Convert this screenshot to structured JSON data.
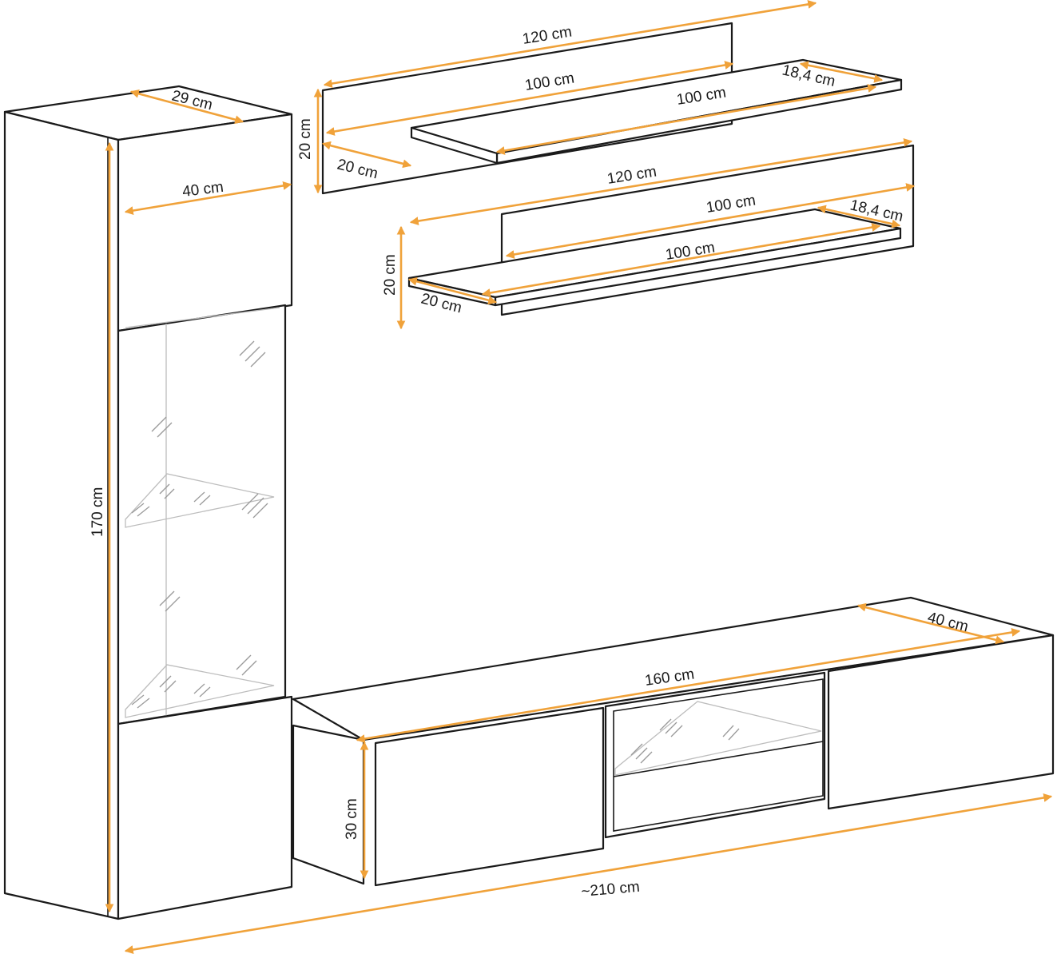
{
  "accent_color": "#f0a23a",
  "cabinet": {
    "depth_label": "29 cm",
    "width_label": "40 cm",
    "height_label": "170 cm"
  },
  "shelf_top": {
    "back_length_label": "120 cm",
    "back_height_label": "20 cm",
    "back_depth_label": "20 cm",
    "board_back_label": "100 cm",
    "board_front_label": "100 cm",
    "board_depth_label": "18,4 cm"
  },
  "shelf_bottom": {
    "back_length_label": "120 cm",
    "back_height_label": "20 cm",
    "back_depth_label": "20 cm",
    "board_back_label": "100 cm",
    "board_front_label": "100 cm",
    "board_depth_label": "18,4 cm"
  },
  "tv_unit": {
    "depth_label": "40 cm",
    "width_label": "160 cm",
    "height_label": "30 cm"
  },
  "overall_width_label": "~210 cm"
}
